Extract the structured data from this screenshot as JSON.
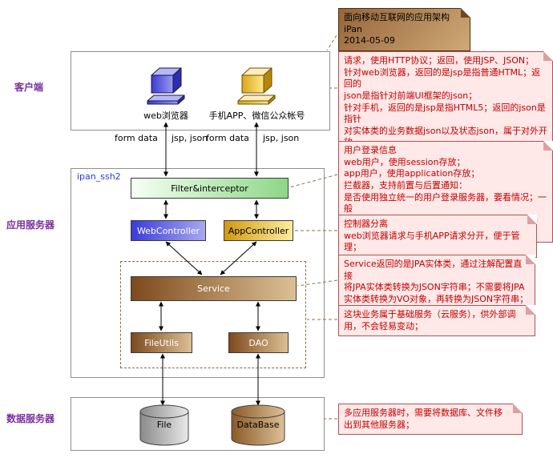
{
  "tiers": {
    "client": "客户端",
    "app": "应用服务器",
    "data": "数据服务器"
  },
  "package_label": "ipan_ssh2",
  "client": {
    "web_label": "web浏览器",
    "phone_label": "手机APP、微信公众帐号"
  },
  "flow_labels": {
    "web_request": "form data",
    "web_response": "jsp, json",
    "app_request": "form data",
    "app_response": "jsp, json"
  },
  "components": {
    "filter": "Filter&interceptor",
    "web_controller": "WebController",
    "app_controller": "AppController",
    "service": "Service",
    "fileutils": "FileUtils",
    "dao": "DAO"
  },
  "datastores": {
    "file": "File",
    "database": "DataBase"
  },
  "notes": {
    "title": {
      "text": "面向移动互联网的应用架构\niPan\n2014-05-09"
    },
    "http": {
      "text": "请求，使用HTTP协议；返回，使用JSP、JSON；\n针对web浏览器，返回的是jsp是指普通HTML；返回的\njson是指针对前端UI框架的json；\n针对手机，返回的是jsp是指HTML5；返回的json是指针\n对实体类的业务数据json以及状态json，属于对外开放\n接口（取代webservices）"
    },
    "login": {
      "text": "用户登录信息\nweb用户，使用session存放；\napp用户，使用application存放；\n拦截器，支持前置与后置通知：\n是否使用独立统一的用户登录服务器，要看情况；一般\n小系统，可以使用上面的方式，存储在一台服务器上；"
    },
    "controller": {
      "text": "控制器分离\nweb浏览器请求与手机APP请求分开，便于管理；"
    },
    "service": {
      "text": "Service返回的是JPA实体类，通过注解配置直接\n将JPA实体类转换为JSON字符串；不需要将JPA\n实体类转换为VO对象，再转换为JSON字符串；"
    },
    "cloud": {
      "text": "这块业务属于基础服务（云服务），供外部调\n用，不会轻易变动；"
    },
    "scale": {
      "text": "多应用服务器时，需要将数据库、文件移\n出到其他服务器；"
    }
  },
  "colors": {
    "note_pink_bg": "#ffe8e8",
    "note_text_red": "#c00000",
    "title_note_brown": "#96653a",
    "filter_green": "#8ed687",
    "controller_blue": "#3b3bd8",
    "controller_gold": "#d19a10",
    "service_brown": "#7d4a1c",
    "tier_label_purple": "#7b2f9e",
    "package_blue": "#2a3bd0"
  }
}
